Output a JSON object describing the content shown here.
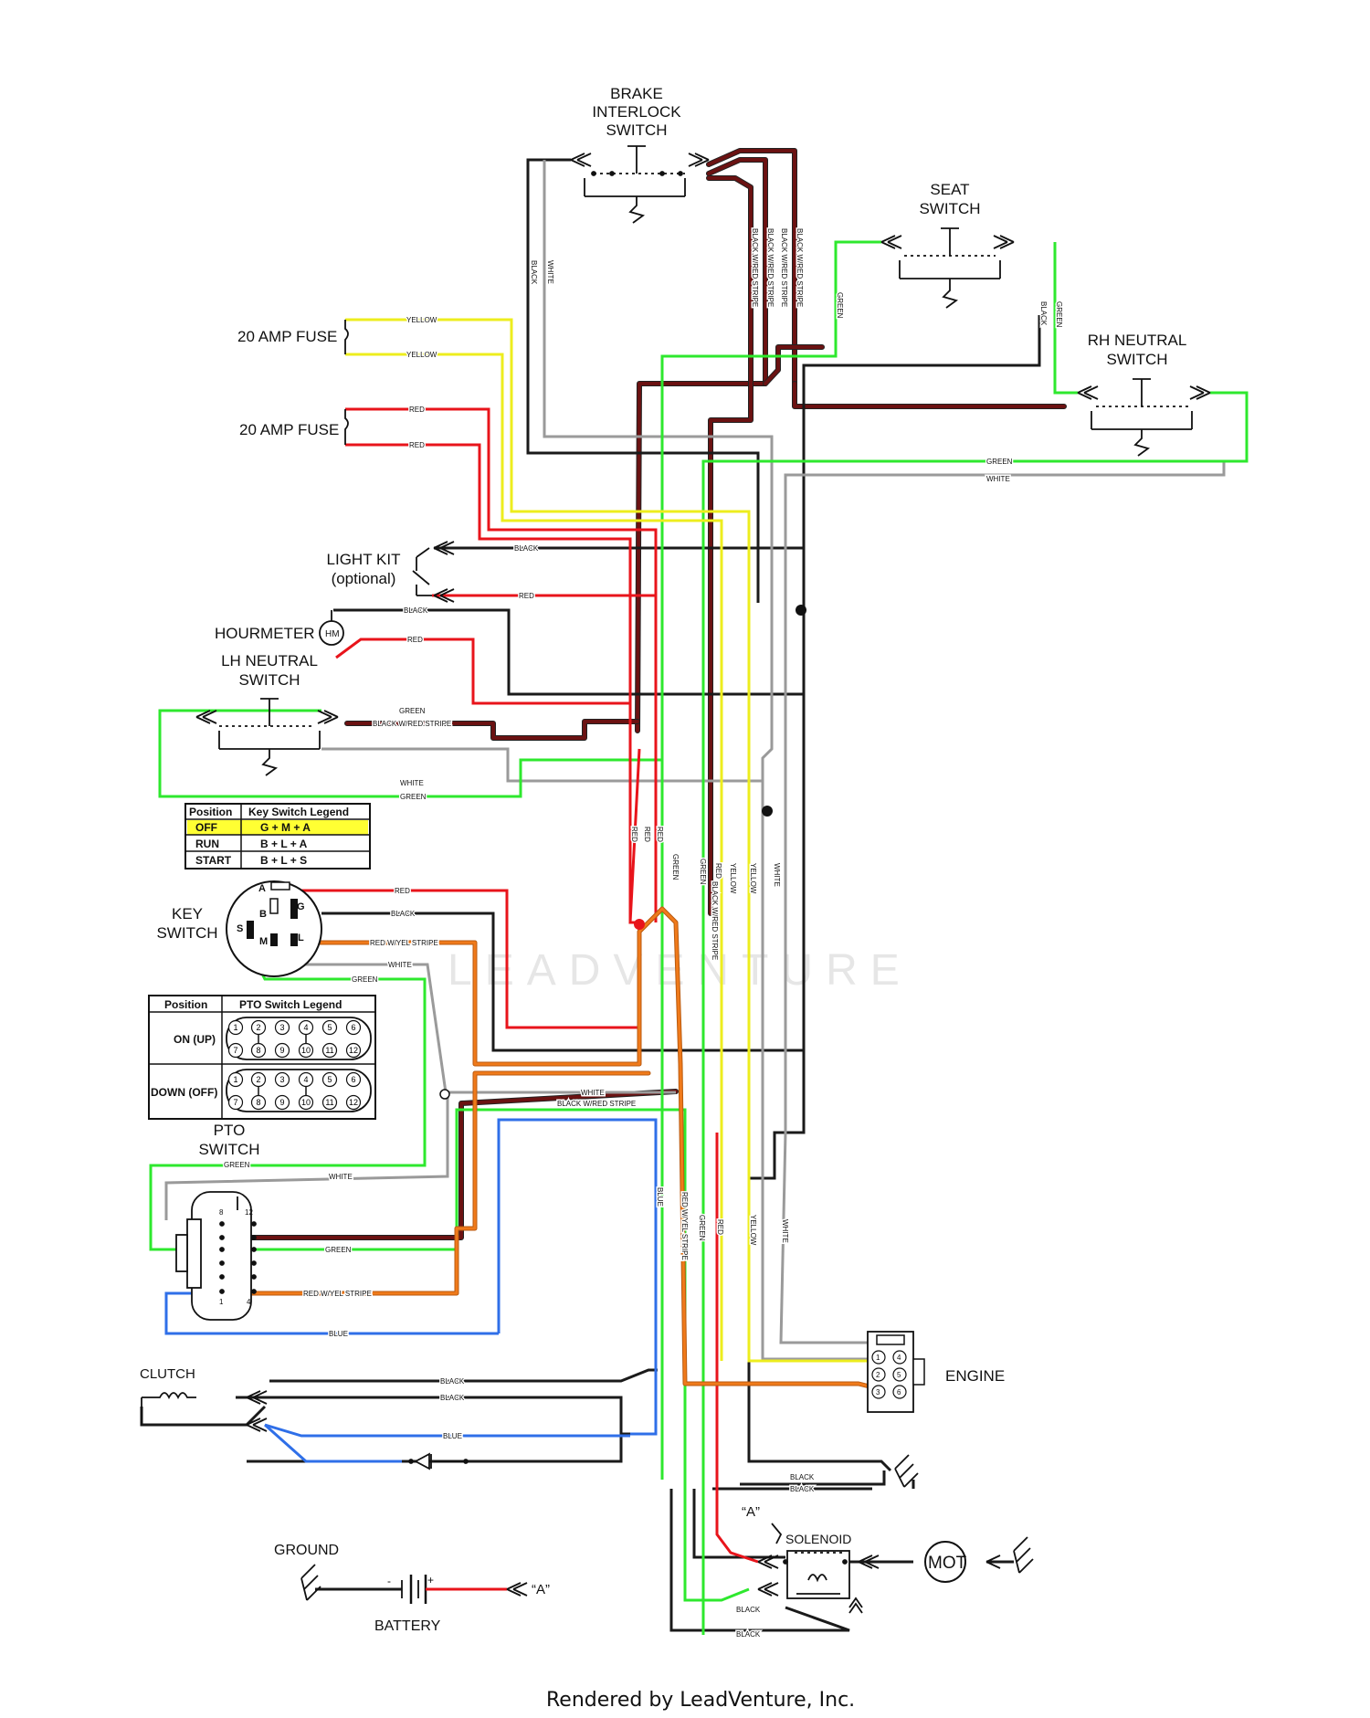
{
  "components": {
    "brake_interlock_switch": [
      "BRAKE",
      "INTERLOCK",
      "SWITCH"
    ],
    "seat_switch": [
      "SEAT",
      "SWITCH"
    ],
    "rh_neutral_switch": [
      "RH NEUTRAL",
      "SWITCH"
    ],
    "lh_neutral_switch": [
      "LH NEUTRAL",
      "SWITCH"
    ],
    "fuse_1": "20 AMP FUSE",
    "fuse_2": "20 AMP FUSE",
    "light_kit": [
      "LIGHT KIT",
      "(optional)"
    ],
    "hourmeter": "HOURMETER",
    "hourmeter_symbol": "HM",
    "key_switch": [
      "KEY",
      "SWITCH"
    ],
    "pto_switch": [
      "PTO",
      "SWITCH"
    ],
    "clutch": "CLUTCH",
    "engine": "ENGINE",
    "solenoid": "SOLENOID",
    "motor_symbol": "MOT",
    "ground": "GROUND",
    "battery": "BATTERY",
    "terminal_a": "“A”",
    "terminal_a_battery": "“A”"
  },
  "key_switch_legend": {
    "headers": [
      "Position",
      "Key Switch Legend"
    ],
    "rows": [
      {
        "position": "OFF",
        "legend": "G + M + A"
      },
      {
        "position": "RUN",
        "legend": "B + L + A"
      },
      {
        "position": "START",
        "legend": "B + L + S"
      }
    ],
    "highlight_color": "#ffff33"
  },
  "key_switch_terminals": [
    "A",
    "B",
    "G",
    "S",
    "M",
    "L"
  ],
  "pto_switch_legend": {
    "headers": [
      "Position",
      "PTO Switch Legend"
    ],
    "rows": [
      {
        "position": "ON (UP)",
        "pins_top": [
          "1",
          "2",
          "3",
          "4",
          "5",
          "6"
        ],
        "pins_bottom": [
          "7",
          "8",
          "9",
          "10",
          "11",
          "12"
        ]
      },
      {
        "position": "DOWN (OFF)",
        "pins_top": [
          "1",
          "2",
          "3",
          "4",
          "5",
          "6"
        ],
        "pins_bottom": [
          "7",
          "8",
          "9",
          "10",
          "11",
          "12"
        ]
      }
    ]
  },
  "pto_connector_pins": [
    "8",
    "12",
    "1",
    "4"
  ],
  "engine_connector_pins": [
    "1",
    "4",
    "2",
    "5",
    "3",
    "6"
  ],
  "wire_labels": {
    "yellow": "YELLOW",
    "red": "RED",
    "black": "BLACK",
    "white": "WHITE",
    "green": "GREEN",
    "blue": "BLUE",
    "black_red": "BLACK W/RED STRIPE",
    "black_red_alt": "BLACK W/RED STRIPE",
    "red_yel": "RED W/YEL STRIPE"
  },
  "wire_colors": {
    "black": "#1a1a1a",
    "white": "#9a9a9a",
    "red": "#e8141b",
    "yellow": "#eded1e",
    "green": "#2ee82e",
    "blue": "#2f6fe8",
    "maroon": "#6b1212",
    "orange": "#f07a1a"
  },
  "watermark": "LEADVENTURE",
  "footer": "Rendered by LeadVenture, Inc."
}
